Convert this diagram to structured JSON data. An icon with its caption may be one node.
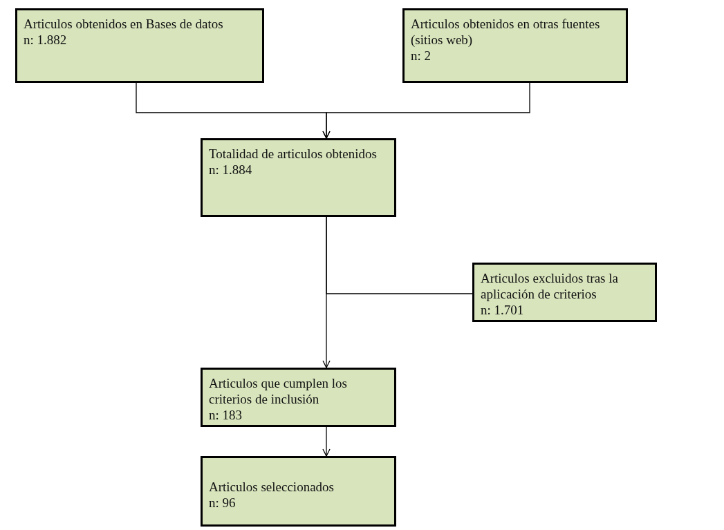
{
  "diagram": {
    "nodes": [
      {
        "text": [
          "Articulos obtenidos en Bases de datos",
          "n: 1.882"
        ]
      },
      {
        "text": [
          "Articulos obtenidos en otras fuentes (sitios web)",
          "n: 2"
        ]
      },
      {
        "text": [
          "Totalidad de articulos obtenidos",
          "n: 1.884"
        ]
      },
      {
        "text": [
          "Articulos excluidos tras la aplicación de criterios",
          "n: 1.701"
        ]
      },
      {
        "text": [
          "Articulos que cumplen los criterios de inclusión",
          "n: 183"
        ]
      },
      {
        "text": [
          "Articulos seleccionados",
          "n: 96"
        ]
      }
    ],
    "edges": [
      {
        "from": 0,
        "to": 2,
        "arrow": "to"
      },
      {
        "from": 1,
        "to": 2,
        "arrow": "to"
      },
      {
        "from": 2,
        "to": 4,
        "arrow": "to"
      },
      {
        "from": 2,
        "to": 3,
        "arrow": "none"
      },
      {
        "from": 4,
        "to": 5,
        "arrow": "to"
      }
    ]
  }
}
